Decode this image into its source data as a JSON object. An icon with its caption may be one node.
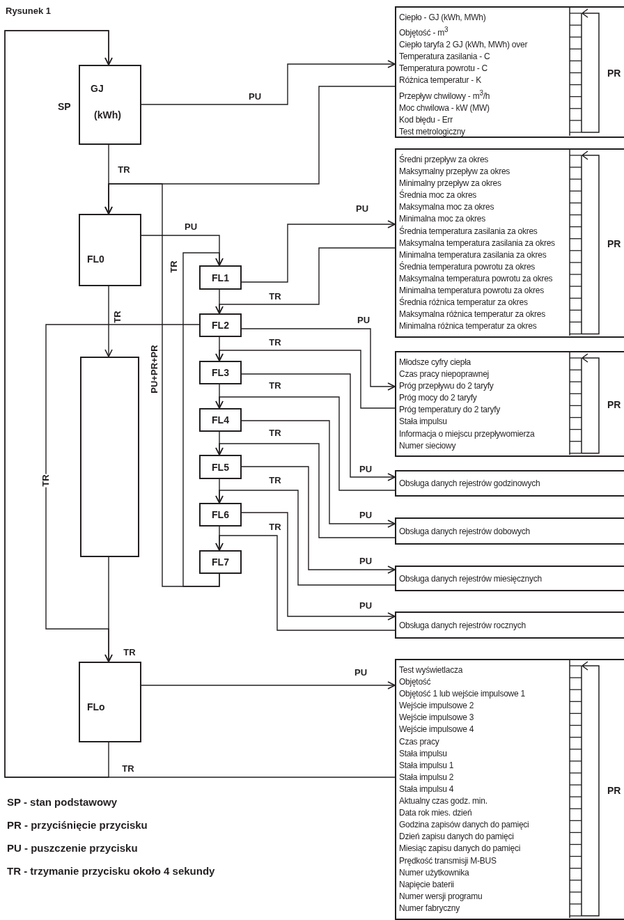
{
  "diagram": {
    "title": "Rysunek 1",
    "nodes": [
      {
        "text": [
          "GJ",
          "(kWh)"
        ],
        "beside": [
          "SP"
        ]
      },
      {
        "text": [
          "FL0"
        ]
      },
      {
        "text": [],
        "shape": "box"
      },
      {
        "text": [
          "FLo"
        ]
      },
      {
        "text": [
          "FL1"
        ]
      },
      {
        "text": [
          "FL2"
        ]
      },
      {
        "text": [
          "FL3"
        ]
      },
      {
        "text": [
          "FL4"
        ]
      },
      {
        "text": [
          "FL5"
        ]
      },
      {
        "text": [
          "FL6"
        ]
      },
      {
        "text": [
          "FL7"
        ]
      },
      {
        "text": [
          "Ciepło - GJ (kWh, MWh)",
          "Objętość - m$^{3}$",
          "Ciepło taryfa 2 GJ (kWh, MWh) over",
          "Temperatura zasilania - C",
          "Temperatura powrotu - C",
          "Różnica temperatur - K",
          "Przepływ chwilowy - m$^{3}$/h",
          "Moc chwilowa - kW (MW)",
          "Kod błędu - Err",
          "Test metrologiczny",
          "PR"
        ]
      },
      {
        "text": [
          "Średni przepływ za okres",
          "Maksymalny przepływ za okres",
          "Minimalny przepływ za okres",
          "Średnia moc za okres",
          "Maksymalna moc za okres",
          "Minimalna moc za okres",
          "Średnia temperatura zasilania za okres",
          "Maksymalna temperatura zasilania za okres",
          "Minimalna temperatura zasilania za okres",
          "Średnia temperatura powrotu za okres",
          "Maksymalna temperatura powrotu za okres",
          "Minimalna temperatura powrotu za okres",
          "Średnia różnica temperatur za okres",
          "Maksymalna różnica temperatur za okres",
          "Minimalna różnica temperatur za okres",
          "PR"
        ]
      },
      {
        "text": [
          "Młodsze cyfry ciepła",
          "Czas pracy niepoprawnej",
          "Próg przepływu do 2 taryfy",
          "Próg mocy do 2 taryfy",
          "Próg temperatury do 2 taryfy",
          "Stała impulsu",
          "Informacja o miejscu przepływomierza",
          "Numer sieciowy",
          "PR"
        ]
      },
      {
        "text": [
          "Obsługa danych rejestrów godzinowych"
        ]
      },
      {
        "text": [
          "Obsługa danych rejestrów dobowych"
        ]
      },
      {
        "text": [
          "Obsługa danych rejestrów miesięcznych"
        ]
      },
      {
        "text": [
          "Obsługa danych rejestrów rocznych"
        ]
      },
      {
        "text": [
          "Test wyświetlacza",
          "Objętość",
          "Objętość 1 lub wejście impulsowe 1",
          "Wejście impulsowe 2",
          "Wejście impulsowe 3",
          "Wejście impulsowe 4",
          "Czas pracy",
          "Stała impulsu",
          "Stała impulsu 1",
          "Stała impulsu 2",
          "Stała impulsu 4",
          "Aktualny czas godz. min.",
          "Data rok mies. dzień",
          "Godzina zapisów danych do pamięci",
          "Dzień zapisu danych do pamięci",
          "Miesiąc zapisu danych do pamięci",
          "Prędkość transmisji M-BUS",
          "Numer użytkownika",
          "Napięcie baterii",
          "Numer wersji programu",
          "Numer fabryczny",
          "PR"
        ]
      }
    ],
    "edges": [
      {
        "from": 0,
        "to": 11,
        "arrow": "to",
        "label": "PU"
      },
      {
        "from": 0,
        "to": 1,
        "arrow": "to",
        "label": "TR"
      },
      {
        "from": 11,
        "to": 1,
        "arrow": "to"
      },
      {
        "from": 1,
        "to": 4,
        "arrow": "to",
        "label": "PU"
      },
      {
        "from": 10,
        "to": 4,
        "arrow": "to",
        "label": "TR"
      },
      {
        "from": 10,
        "to": 1,
        "arrow": "to",
        "label": "PU+PR+PR"
      },
      {
        "from": 1,
        "to": 2,
        "arrow": "to",
        "label": "TR"
      },
      {
        "from": 4,
        "to": 12,
        "arrow": "to",
        "label": "PU"
      },
      {
        "from": 12,
        "to": 5,
        "arrow": "to",
        "label": "TR"
      },
      {
        "from": 4,
        "to": 5,
        "arrow": "to"
      },
      {
        "from": 5,
        "to": 13,
        "arrow": "to",
        "label": "PU"
      },
      {
        "from": 13,
        "to": 6,
        "arrow": "to",
        "label": "TR"
      },
      {
        "from": 5,
        "to": 6,
        "arrow": "to"
      },
      {
        "from": 6,
        "to": 14,
        "arrow": "to",
        "label": "PU"
      },
      {
        "from": 14,
        "to": 7,
        "arrow": "to",
        "label": "TR"
      },
      {
        "from": 6,
        "to": 7,
        "arrow": "to"
      },
      {
        "from": 7,
        "to": 15,
        "arrow": "to",
        "label": "PU"
      },
      {
        "from": 15,
        "to": 8,
        "arrow": "to",
        "label": "TR"
      },
      {
        "from": 7,
        "to": 8,
        "arrow": "to"
      },
      {
        "from": 8,
        "to": 16,
        "arrow": "to",
        "label": "PU"
      },
      {
        "from": 16,
        "to": 9,
        "arrow": "to",
        "label": "TR"
      },
      {
        "from": 8,
        "to": 9,
        "arrow": "to"
      },
      {
        "from": 9,
        "to": 17,
        "arrow": "to",
        "label": "PU"
      },
      {
        "from": 17,
        "to": 10,
        "arrow": "to",
        "label": "TR"
      },
      {
        "from": 9,
        "to": 10,
        "arrow": "to"
      },
      {
        "from": 2,
        "to": 3,
        "arrow": "to",
        "label": "TR"
      },
      {
        "from": 5,
        "to": 3,
        "arrow": "to",
        "label": "TR"
      },
      {
        "from": 3,
        "to": 18,
        "arrow": "to",
        "label": "PU"
      },
      {
        "from": 3,
        "to": 0,
        "arrow": "to",
        "label": "TR"
      },
      {
        "from": 18,
        "to": 0,
        "arrow": "to"
      }
    ],
    "labels": [
      "SP - stan podstawowy",
      "PR - przyciśnięcie przycisku",
      "PU - puszczenie przycisku",
      "TR - trzymanie przycisku około 4 sekundy"
    ]
  }
}
